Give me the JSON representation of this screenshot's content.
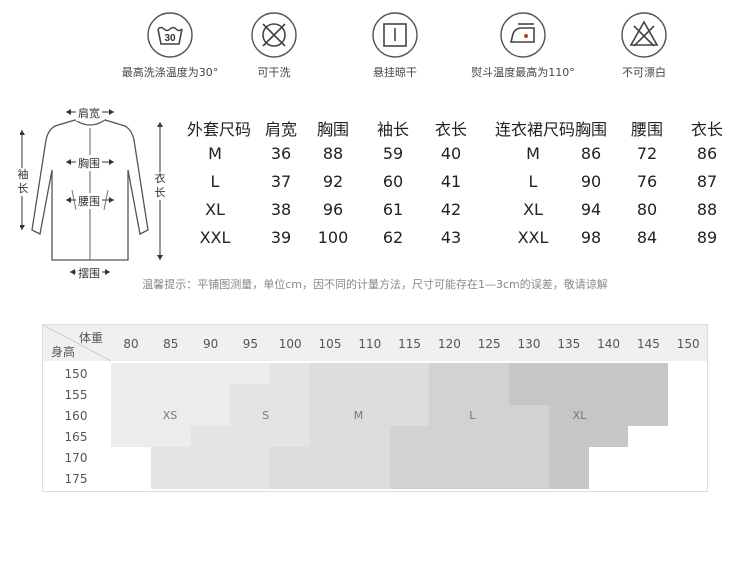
{
  "care": [
    {
      "icon": "wash-30-icon",
      "label": "最高洗涤温度为30°",
      "number": "30"
    },
    {
      "icon": "no-tumble-dry-icon",
      "label": "可干洗"
    },
    {
      "icon": "hang-dry-icon",
      "label": "悬挂晾干"
    },
    {
      "icon": "iron-icon",
      "label": "熨斗温度最高为110°"
    },
    {
      "icon": "no-bleach-icon",
      "label": "不可漂白"
    }
  ],
  "coat": {
    "shoulder": "肩宽",
    "chest": "胸围",
    "waist": "腰围",
    "hem": "摆围",
    "sleeve": "袖长",
    "length": "衣长"
  },
  "size_table": {
    "headers": [
      "外套尺码",
      "肩宽",
      "胸围",
      "袖长",
      "衣长",
      "连衣裙尺码",
      "胸围",
      "腰围",
      "衣长"
    ],
    "rows": [
      [
        "M",
        "36",
        "88",
        "59",
        "40",
        "M",
        "86",
        "72",
        "86"
      ],
      [
        "L",
        "37",
        "92",
        "60",
        "41",
        "L",
        "90",
        "76",
        "87"
      ],
      [
        "XL",
        "38",
        "96",
        "61",
        "42",
        "XL",
        "94",
        "80",
        "88"
      ],
      [
        "XXL",
        "39",
        "100",
        "62",
        "43",
        "XXL",
        "98",
        "84",
        "89"
      ]
    ]
  },
  "note": "温馨提示：平铺图测量，单位cm，因不同的计量方法，尺寸可能存在1—3cm的误差，敬请谅解",
  "weight_height": {
    "weight_label": "体重",
    "height_label": "身高",
    "weights": [
      "80",
      "85",
      "90",
      "95",
      "100",
      "105",
      "110",
      "115",
      "120",
      "125",
      "130",
      "135",
      "140",
      "145",
      "150"
    ],
    "heights": [
      "150",
      "155",
      "160",
      "165",
      "170",
      "175"
    ],
    "sizes": [
      {
        "label": "XS",
        "color": "#ececec"
      },
      {
        "label": "S",
        "color": "#e4e4e4"
      },
      {
        "label": "M",
        "color": "#dcdcdc"
      },
      {
        "label": "L",
        "color": "#d2d2d2"
      },
      {
        "label": "XL",
        "color": "#c6c6c6"
      }
    ]
  }
}
